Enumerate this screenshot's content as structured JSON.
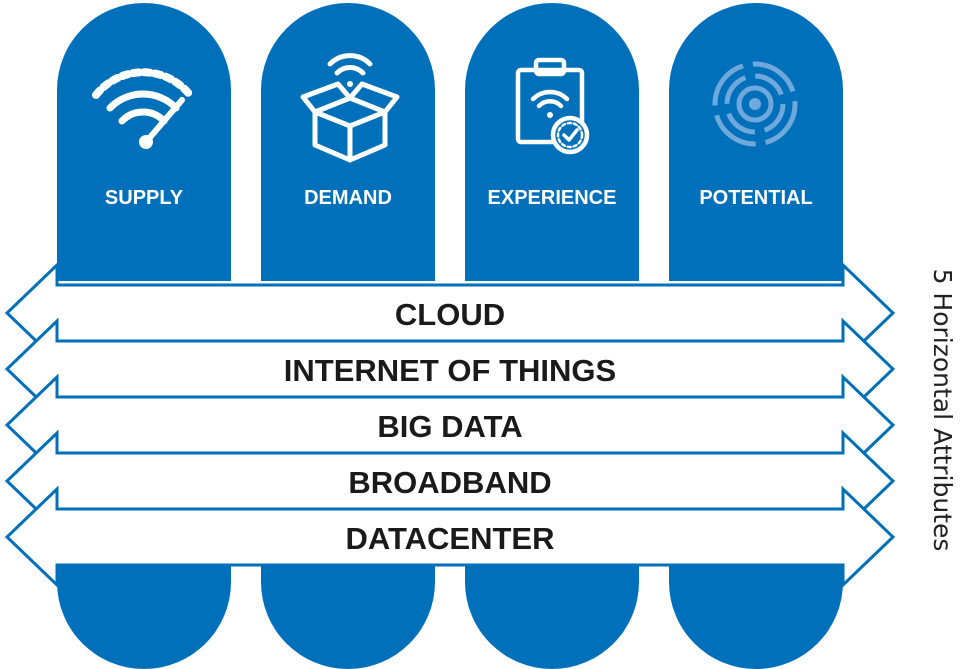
{
  "colors": {
    "primary": "#0070bb",
    "band_fill": "#ffffff",
    "band_text": "#1a1a1a",
    "icon_light": "#6fa8dc"
  },
  "columns": [
    {
      "label": "SUPPLY",
      "icon": "wifi-speedometer-icon"
    },
    {
      "label": "DEMAND",
      "icon": "wifi-box-icon"
    },
    {
      "label": "EXPERIENCE",
      "icon": "wifi-clipboard-check-icon"
    },
    {
      "label": "POTENTIAL",
      "icon": "wifi-signal-target-icon"
    }
  ],
  "bands": [
    {
      "label": "CLOUD"
    },
    {
      "label": "INTERNET OF THINGS"
    },
    {
      "label": "BIG DATA"
    },
    {
      "label": "BROADBAND"
    },
    {
      "label": "DATACENTER"
    }
  ],
  "side_label": "5 Horizontal Attributes"
}
